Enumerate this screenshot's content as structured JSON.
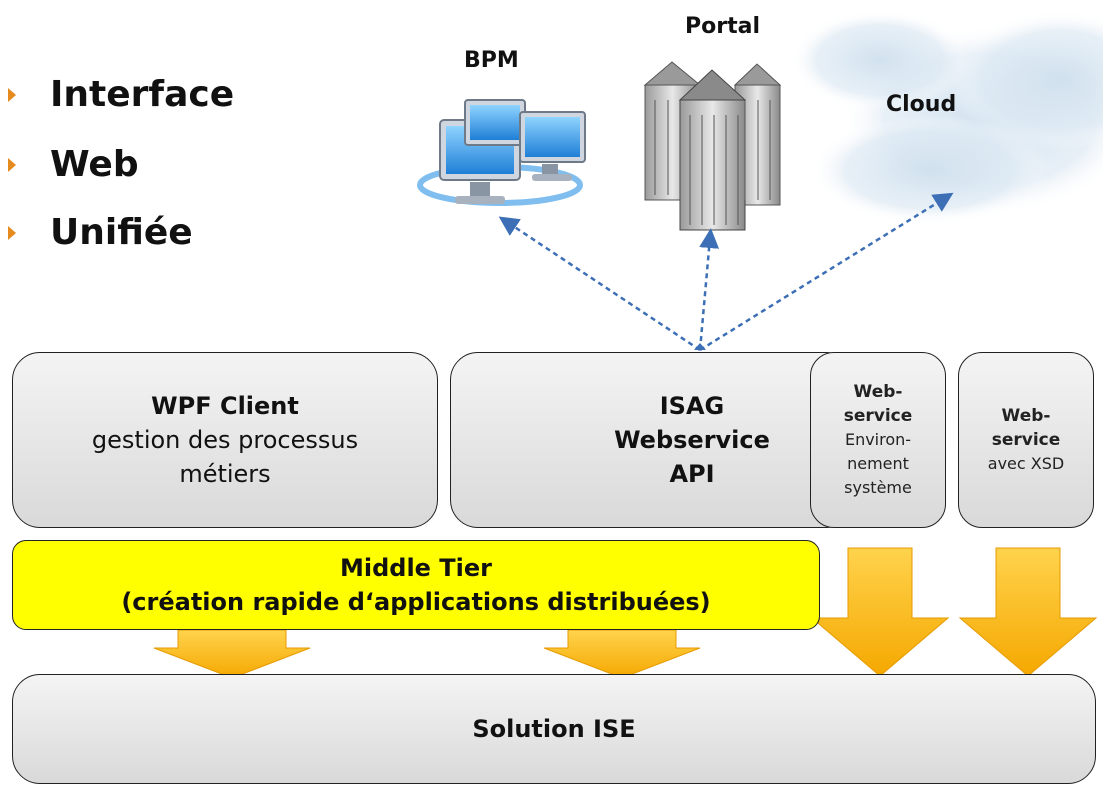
{
  "bullets": [
    "Interface",
    "Web",
    "Unifiée"
  ],
  "clients": {
    "bpm": "BPM",
    "portal": "Portal",
    "cloud": "Cloud"
  },
  "wpf_client": {
    "title": "WPF Client",
    "line1": "gestion des processus",
    "line2": "métiers"
  },
  "isag": {
    "line1": "ISAG",
    "line2": "Webservice",
    "line3": "API"
  },
  "ws_env": {
    "line1": "Web-",
    "line2": "service",
    "line3": "Environ-",
    "line4": "nement",
    "line5": "système"
  },
  "ws_xsd": {
    "line1": "Web-",
    "line2": "service",
    "line3": "avec XSD"
  },
  "middle_tier": {
    "line1": "Middle Tier",
    "line2": "(création rapide d‘applications distribuées)"
  },
  "solution": {
    "label": "Solution ISE"
  },
  "colors": {
    "bullet": "#e58a1f",
    "arrow_fill": "#f9b300",
    "middle_tier": "#ffff00",
    "connector": "#3d6fb6"
  }
}
